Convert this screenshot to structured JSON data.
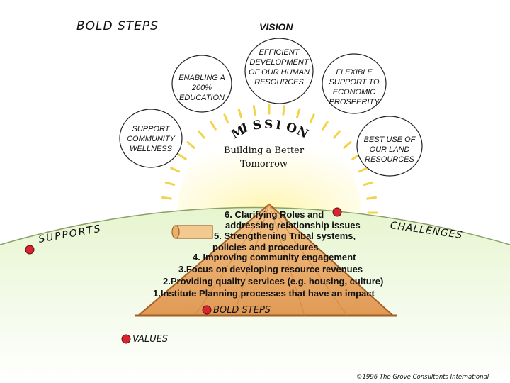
{
  "title": "BOLD STEPS",
  "vision": {
    "heading": "VISION",
    "circles": [
      "ENABLING A 200% EDUCATION",
      "EFFICIENT DEVELOPMENT OF OUR HUMAN RESOURCES",
      "FLEXIBLE SUPPORT TO ECONOMIC PROSPERITY",
      "SUPPORT COMMUNITY WELLNESS",
      "BEST USE OF OUR LAND RESOURCES"
    ]
  },
  "mission": {
    "heading": "MISSION",
    "statement_line1": "Building a Better",
    "statement_line2": "Tomorrow"
  },
  "steps": [
    "6. Clarifying Roles and",
    "addressing relationship issues",
    "5. Strengthening Tribal systems,",
    "policies and procedures",
    "4. Improving community engagement",
    "3.Focus on developing resource revenues",
    "2.Providing quality services (e.g. housing, culture)",
    "1.Institute Planning processes that have an impact"
  ],
  "side_labels": {
    "supports": "SUPPORTS",
    "challenges": "CHALLENGES",
    "bold_steps": "BOLD STEPS",
    "values": "VALUES"
  },
  "copyright": "©1996 The Grove Consultants International",
  "colors": {
    "ground": "#dff0c4",
    "sun_rays": "#fde87a",
    "mountain": "#e9a968",
    "mountain_edge": "#b86a2c",
    "circle_fill": "#ffffff",
    "dot": "#d9232e"
  }
}
